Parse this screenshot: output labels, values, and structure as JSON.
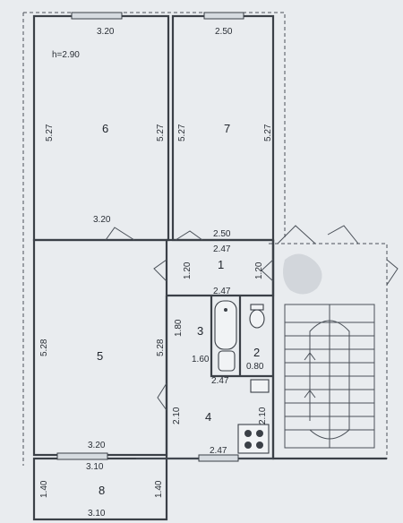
{
  "ceiling_height": "h=2.90",
  "rooms": {
    "r1": "1",
    "r2": "2",
    "r3": "3",
    "r4": "4",
    "r5": "5",
    "r6": "6",
    "r7": "7",
    "r8": "8"
  },
  "dimensions": {
    "r6_top": "3.20",
    "r7_top": "2.50",
    "r6_left": "5.27",
    "r6_right": "5.27",
    "r7_left": "5.27",
    "r7_right": "5.27",
    "r6_bottom": "3.20",
    "r7_bottom": "2.50",
    "hall_top": "2.47",
    "hall_left": "1.20",
    "hall_right": "1.20",
    "hall_bottom": "2.47",
    "bath_len": "1.80",
    "bath_w": "1.60",
    "wc_w": "0.80",
    "bath_bottom": "2.47",
    "r5_left": "5.28",
    "r5_right": "5.28",
    "r5_bottom": "3.20",
    "r4_left": "2.10",
    "r4_right": "2.10",
    "r4_bottom": "2.47",
    "r8_top": "3.10",
    "r8_left": "1.40",
    "r8_right": "1.40",
    "r8_bottom": "3.10"
  }
}
